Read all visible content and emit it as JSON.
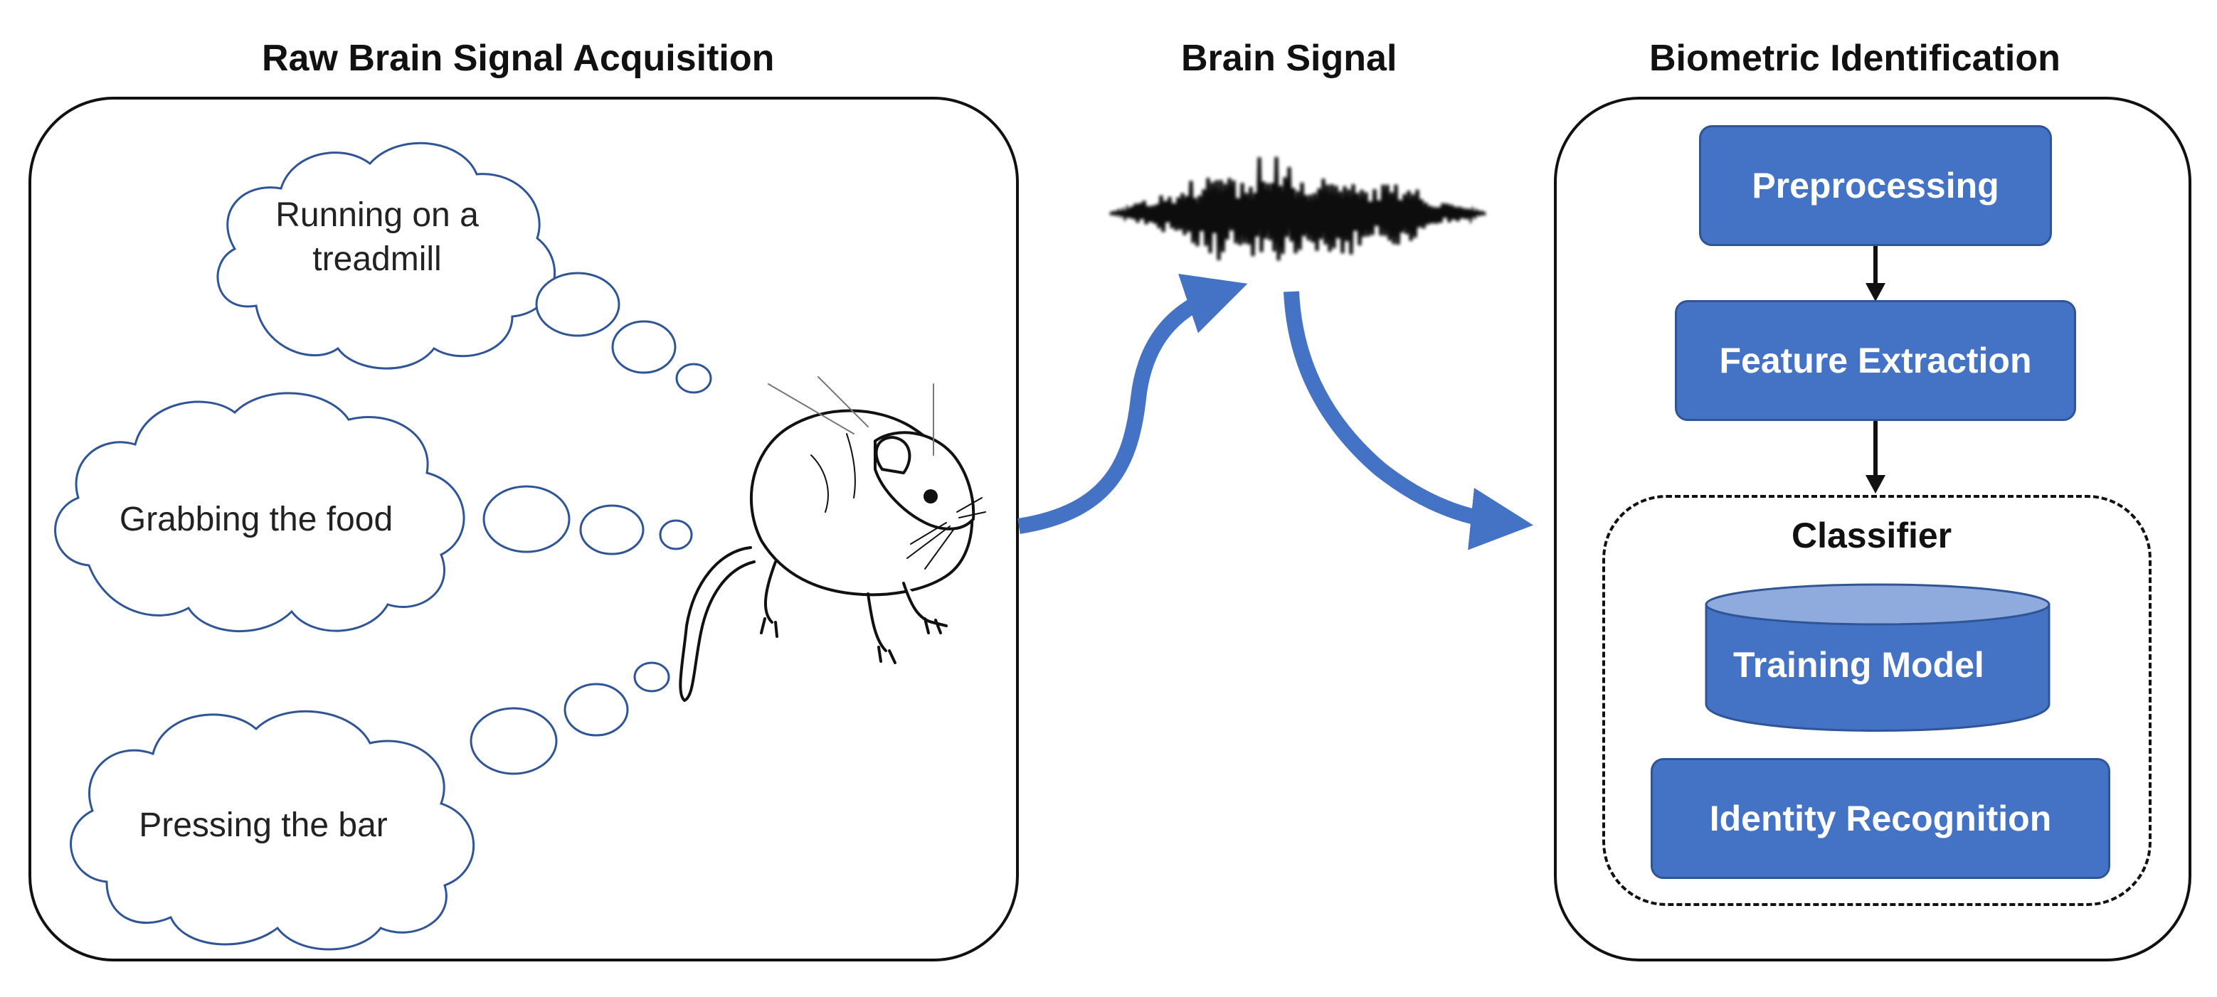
{
  "titles": {
    "acquisition": "Raw Brain Signal Acquisition",
    "signal": "Brain Signal",
    "identification": "Biometric Identification"
  },
  "thoughts": {
    "running": [
      "Running on a",
      "treadmill"
    ],
    "grabbing": "Grabbing the food",
    "pressing": "Pressing the bar"
  },
  "pipeline": {
    "preprocessing": "Preprocessing",
    "feature_extraction": "Feature Extraction",
    "classifier_title": "Classifier",
    "training_model": "Training Model",
    "identity_recognition": "Identity Recognition"
  },
  "colors": {
    "box_fill": "#4472C4",
    "box_border": "#2F5597",
    "cylinder_top": "#8FAADC",
    "arrow_blue": "#4472C4",
    "cloud_stroke": "#2F5597",
    "outline": "#111111"
  },
  "icons": {
    "rat": "rat-illustration",
    "waveform": "brain-signal-waveform"
  }
}
